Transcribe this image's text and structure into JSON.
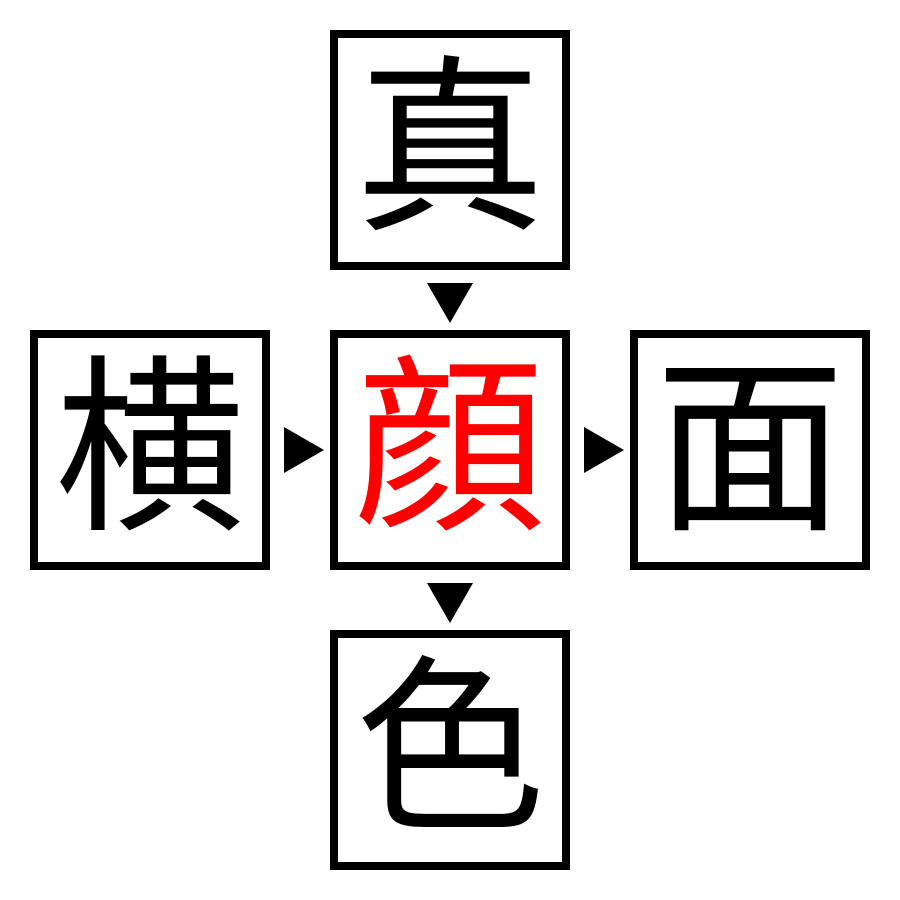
{
  "puzzle": {
    "top": "真",
    "left": "横",
    "center": "顔",
    "right": "面",
    "bottom": "色",
    "center_color": "#ff0000",
    "text_color": "#000000",
    "arrows": [
      "down-arrow-icon",
      "right-arrow-icon",
      "right-arrow-icon",
      "down-arrow-icon"
    ]
  }
}
